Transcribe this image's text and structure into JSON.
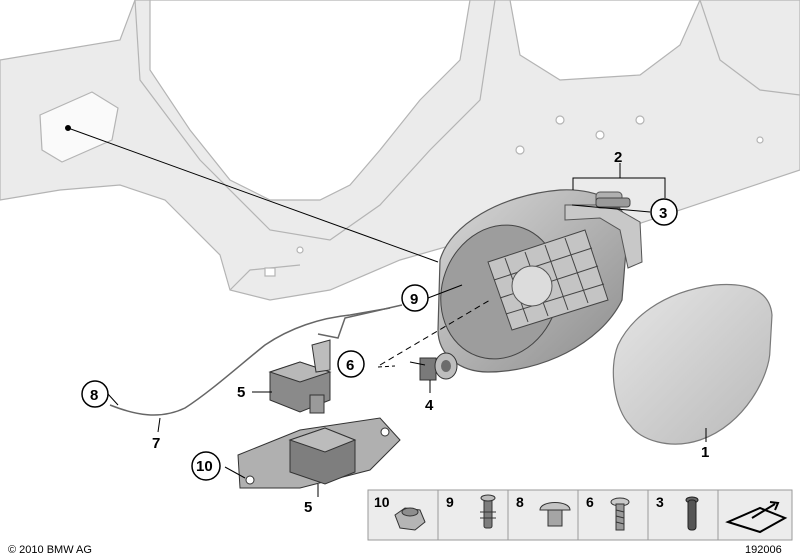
{
  "callouts": {
    "c1": "1",
    "c2": "2",
    "c3": "3",
    "c4": "4",
    "c5a": "5",
    "c5b": "5",
    "c6": "6",
    "c7": "7",
    "c8": "8",
    "c9": "9",
    "c10": "10"
  },
  "legend": {
    "items": [
      {
        "number": "10",
        "part": "nut"
      },
      {
        "number": "9",
        "part": "clip"
      },
      {
        "number": "8",
        "part": "plug"
      },
      {
        "number": "6",
        "part": "screw"
      },
      {
        "number": "3",
        "part": "pin"
      },
      {
        "number": "",
        "part": "arrow-symbol"
      }
    ]
  },
  "footer": {
    "copyright": "© 2010 BMW AG",
    "diagram_id": "192006"
  },
  "colors": {
    "body_panel": "#e8e8e8",
    "body_edge": "#b4b4b4",
    "part_dark": "#6a6a6a",
    "part_mid": "#a9a9a9",
    "flap": "#cfcfcf",
    "legend_bg": "#ececec",
    "line": "#000000"
  }
}
